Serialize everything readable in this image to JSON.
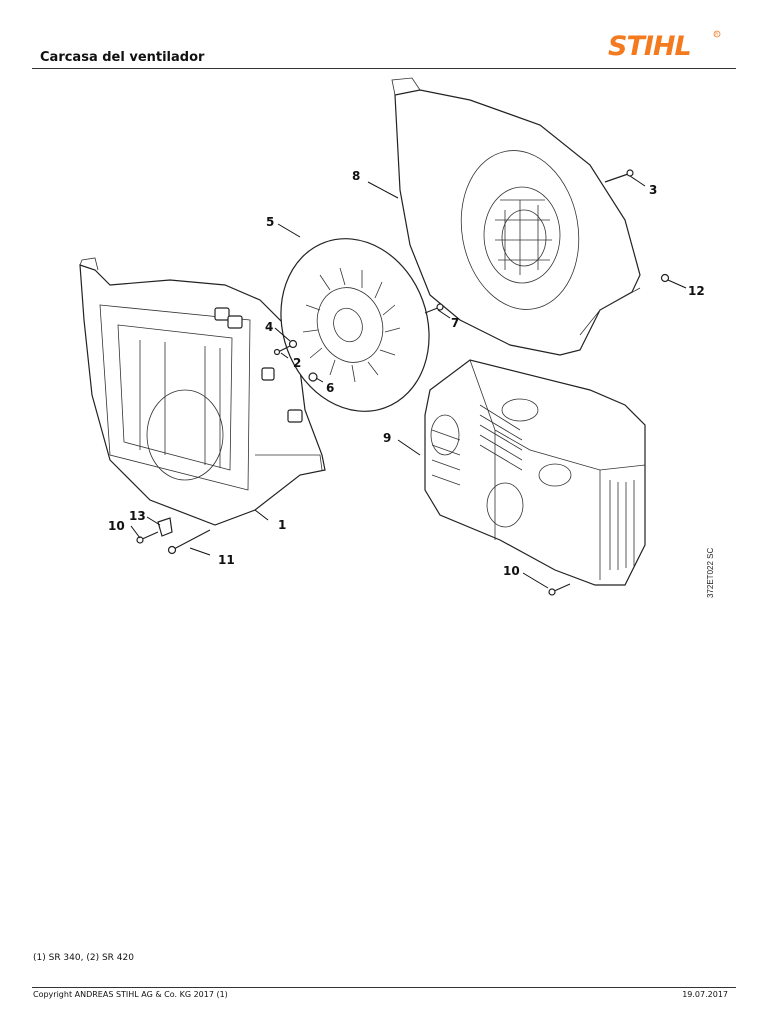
{
  "header": {
    "title": "Carcasa del ventilador",
    "brand": "STIHL",
    "brand_color": "#f37a1f"
  },
  "diagram": {
    "reference_code": "372ET022 SC",
    "callouts": [
      "1",
      "2",
      "3",
      "4",
      "5",
      "6",
      "7",
      "8",
      "9",
      "10",
      "10",
      "11",
      "12",
      "13"
    ]
  },
  "footnote": "(1) SR 340, (2) SR 420",
  "footer": {
    "copyright": "Copyright ANDREAS STIHL AG & Co. KG 2017 (1)",
    "date": "19.07.2017"
  }
}
